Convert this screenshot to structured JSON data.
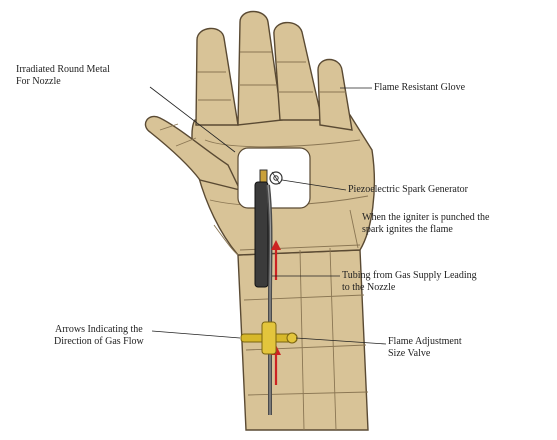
{
  "labels": {
    "shield_mount": {
      "line1": "Irradiated Round Metal",
      "line2": "For Nozzle"
    },
    "glove": {
      "text": "Flame Resistant Glove"
    },
    "piezo": {
      "text": "Piezoelectric Spark Generator"
    },
    "ignite": {
      "line1": "When the igniter is punched the",
      "line2": "spark ignites the flame"
    },
    "tubing": {
      "line1": "Tubing from Gas Supply Leading",
      "line2": "to the Nozzle"
    },
    "arrows": {
      "line1": "Arrows Indicating the",
      "line2": "Direction of Gas Flow"
    },
    "valve": {
      "line1": "Flame Adjustment",
      "line2": "Size Valve"
    }
  },
  "colors": {
    "glove_fill": "#d8c397",
    "glove_stroke": "#5a4a33",
    "seam": "#8a7653",
    "metal_plate": "#ffffff",
    "tube": "#4a4a4a",
    "arrow": "#cc2222",
    "valve": "#d7b82a"
  }
}
